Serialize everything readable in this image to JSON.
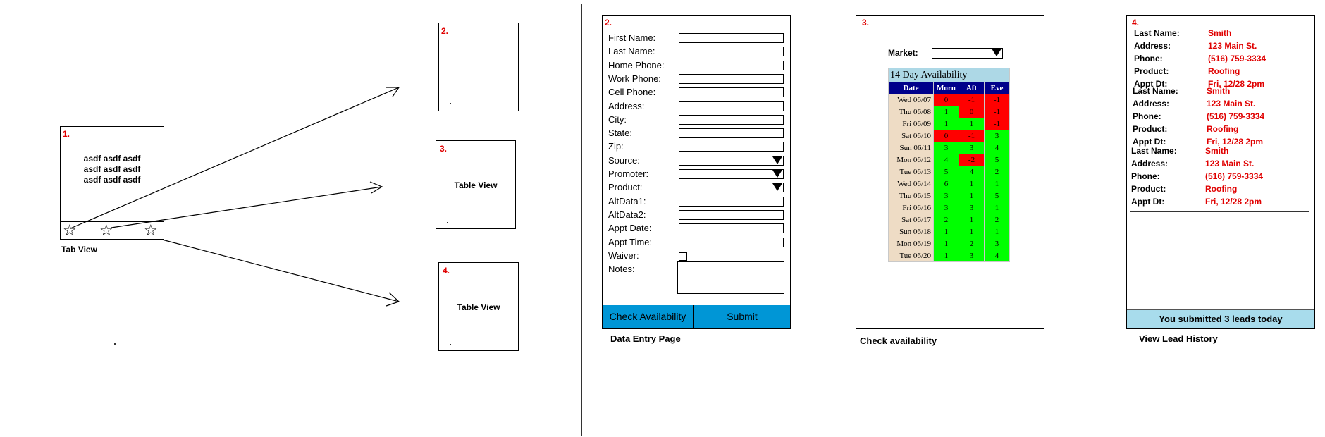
{
  "overview": {
    "tab_view": {
      "number": "1.",
      "blurb": "asdf asdf asdf\nasdf asdf asdf\nasdf asdf asdf",
      "caption": "Tab View",
      "stars": [
        "☆",
        "☆",
        "☆"
      ]
    },
    "thumb2": {
      "number": "2."
    },
    "thumb3": {
      "number": "3.",
      "title": "Table View"
    },
    "thumb4": {
      "number": "4.",
      "title": "Table View"
    }
  },
  "data_entry": {
    "number": "2.",
    "caption": "Data Entry Page",
    "fields": [
      {
        "label": "First Name:",
        "kind": "text"
      },
      {
        "label": "Last Name:",
        "kind": "text"
      },
      {
        "label": "Home Phone:",
        "kind": "text"
      },
      {
        "label": "Work Phone:",
        "kind": "text"
      },
      {
        "label": "Cell Phone:",
        "kind": "text"
      },
      {
        "label": "Address:",
        "kind": "text"
      },
      {
        "label": "City:",
        "kind": "text"
      },
      {
        "label": "State:",
        "kind": "text"
      },
      {
        "label": "Zip:",
        "kind": "text"
      },
      {
        "label": "Source:",
        "kind": "dropdown"
      },
      {
        "label": "Promoter:",
        "kind": "dropdown"
      },
      {
        "label": "Product:",
        "kind": "dropdown"
      },
      {
        "label": "AltData1:",
        "kind": "text"
      },
      {
        "label": "AltData2:",
        "kind": "text"
      },
      {
        "label": "Appt Date:",
        "kind": "text"
      },
      {
        "label": "Appt Time:",
        "kind": "text"
      },
      {
        "label": "Waiver:",
        "kind": "checkbox"
      },
      {
        "label": "Notes:",
        "kind": "textarea"
      }
    ],
    "buttons": {
      "check": "Check Availability",
      "submit": "Submit"
    },
    "colors": {
      "button_bar": "#0096d6"
    }
  },
  "availability": {
    "number": "3.",
    "caption": "Check availability",
    "market_label": "Market:",
    "table_title": "14 Day Availability",
    "headers": [
      "Date",
      "Morn",
      "Aft",
      "Eve"
    ],
    "rows": [
      {
        "date": "Wed 06/07",
        "morn": "0",
        "aft": "-1",
        "eve": "-1"
      },
      {
        "date": "Thu 06/08",
        "morn": "1",
        "aft": "0",
        "eve": "-1"
      },
      {
        "date": "Fri 06/09",
        "morn": "1",
        "aft": "1",
        "eve": "-1"
      },
      {
        "date": "Sat 06/10",
        "morn": "0",
        "aft": "-1",
        "eve": "3"
      },
      {
        "date": "Sun 06/11",
        "morn": "3",
        "aft": "3",
        "eve": "4"
      },
      {
        "date": "Mon 06/12",
        "morn": "4",
        "aft": "-2",
        "eve": "5"
      },
      {
        "date": "Tue 06/13",
        "morn": "5",
        "aft": "4",
        "eve": "2"
      },
      {
        "date": "Wed 06/14",
        "morn": "6",
        "aft": "1",
        "eve": "1"
      },
      {
        "date": "Thu 06/15",
        "morn": "3",
        "aft": "1",
        "eve": "5"
      },
      {
        "date": "Fri 06/16",
        "morn": "3",
        "aft": "3",
        "eve": "1"
      },
      {
        "date": "Sat 06/17",
        "morn": "2",
        "aft": "1",
        "eve": "2"
      },
      {
        "date": "Sun 06/18",
        "morn": "1",
        "aft": "1",
        "eve": "1"
      },
      {
        "date": "Mon 06/19",
        "morn": "1",
        "aft": "2",
        "eve": "3"
      },
      {
        "date": "Tue 06/20",
        "morn": "1",
        "aft": "3",
        "eve": "4"
      }
    ],
    "colors": {
      "available": "#00ff00",
      "full": "#ff0000",
      "header": "#00008b",
      "title_bg": "#add8e6",
      "date_bg": "#eedcc5"
    }
  },
  "lead_history": {
    "number": "4.",
    "caption": "View Lead History",
    "keys": [
      "Last Name:",
      "Address:",
      "Phone:",
      "Product:",
      "Appt Dt:"
    ],
    "leads": [
      [
        "Smith",
        "123 Main St.",
        "(516) 759-3334",
        "Roofing",
        "Fri, 12/28 2pm"
      ],
      [
        "Smith",
        "123 Main St.",
        "(516) 759-3334",
        "Roofing",
        "Fri, 12/28 2pm"
      ],
      [
        "Smith",
        "123 Main St.",
        "(516) 759-3334",
        "Roofing",
        "Fri, 12/28 2pm"
      ]
    ],
    "footer": "You submitted 3 leads today"
  }
}
